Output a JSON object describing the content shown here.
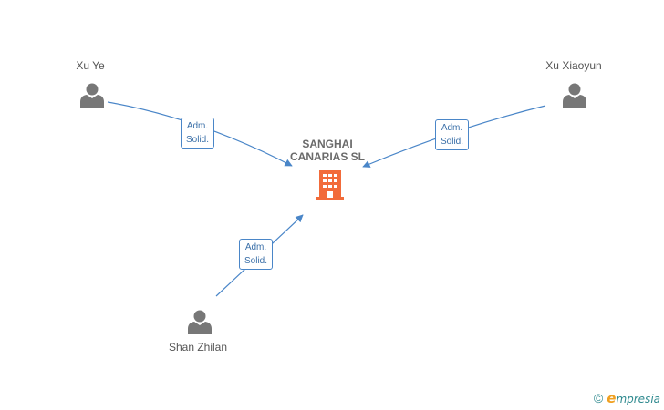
{
  "company": {
    "name_line1": "SANGHAI",
    "name_line2": "CANARIAS SL",
    "icon": "building-icon",
    "color": "#f26b3a"
  },
  "people": [
    {
      "name": "Xu Ye",
      "icon": "person-icon"
    },
    {
      "name": "Xu Xiaoyun",
      "icon": "person-icon"
    },
    {
      "name": "Shan Zhilan",
      "icon": "person-icon"
    }
  ],
  "relations": [
    {
      "from": "Xu Ye",
      "line1": "Adm.",
      "line2": "Solid."
    },
    {
      "from": "Xu Xiaoyun",
      "line1": "Adm.",
      "line2": "Solid."
    },
    {
      "from": "Shan Zhilan",
      "line1": "Adm.",
      "line2": "Solid."
    }
  ],
  "footer": {
    "copyright": "©",
    "brand_initial": "e",
    "brand_rest": "mpresia"
  },
  "colors": {
    "edge": "#4a86c8",
    "person": "#777777"
  }
}
